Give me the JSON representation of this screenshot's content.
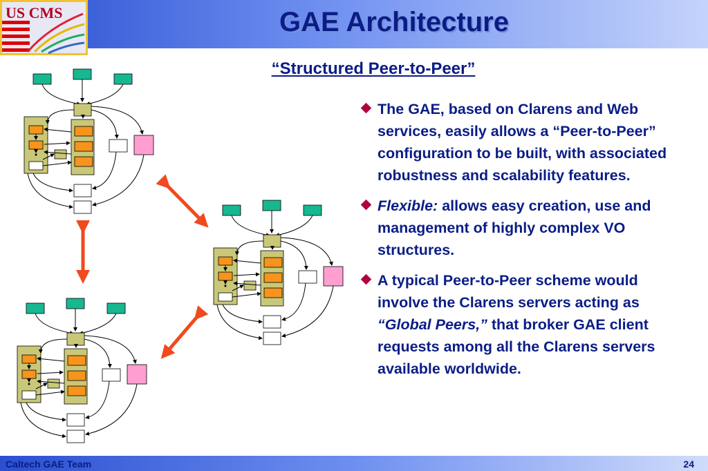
{
  "header": {
    "title": "GAE Architecture",
    "logo_text": "US CMS"
  },
  "subtitle": "“Structured Peer-to-Peer”",
  "bullets": [
    {
      "text": "The GAE, based on Clarens and Web services, easily allows a “Peer-to-Peer” configuration to be built, with associated robustness and scalability features."
    },
    {
      "em": "Flexible:",
      "text": " allows easy creation, use and management of highly complex VO structures."
    },
    {
      "pre": "A typical Peer-to-Peer scheme would involve the Clarens servers acting as ",
      "em": "“Global Peers,”",
      "post": " that broker GAE client requests  among all the Clarens servers available worldwide."
    }
  ],
  "footer": {
    "left": "Caltech GAE Team",
    "page": "24"
  },
  "colors": {
    "header": "#2a4fd0",
    "title": "#0a1d86",
    "bullet_mark": "#b00040",
    "arrow": "#f04a1e",
    "client": "#17b890",
    "server": "#c9c879",
    "service": "#f7941d",
    "pink": "#ff9fd0"
  }
}
